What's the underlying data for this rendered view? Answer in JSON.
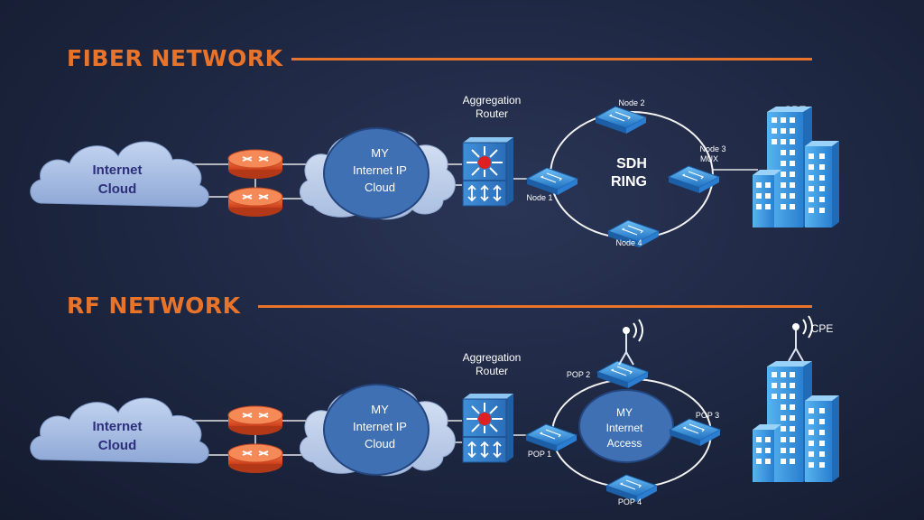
{
  "fiber": {
    "title": "FIBER NETWORK",
    "internet_cloud": [
      "Internet",
      "Cloud"
    ],
    "ip_cloud": [
      "MY",
      "Internet IP",
      "Cloud"
    ],
    "aggregation_router": [
      "Aggregation",
      "Router"
    ],
    "ring": [
      "SDH",
      "RING"
    ],
    "node1": "Node 1",
    "node2": "Node 2",
    "node3": [
      "Node 3",
      "MUX"
    ],
    "node4": "Node 4",
    "cpe": "CPE"
  },
  "rf": {
    "title": "RF NETWORK",
    "internet_cloud": [
      "Internet",
      "Cloud"
    ],
    "ip_cloud": [
      "MY",
      "Internet IP",
      "Cloud"
    ],
    "aggregation_router": [
      "Aggregation",
      "Router"
    ],
    "ring": [
      "MY",
      "Internet",
      "Access"
    ],
    "pop1": "POP 1",
    "pop2": "POP 2",
    "pop3": "POP 3",
    "pop4": "POP 4",
    "cpe": "CPE"
  },
  "colors": {
    "accent": "#e8732a",
    "internet_cloud": "#9fb7e0",
    "ip_cloud": "#3f70b4",
    "router": "#e8552a",
    "switch": "#2e86d6",
    "building": "#3b9be8"
  }
}
